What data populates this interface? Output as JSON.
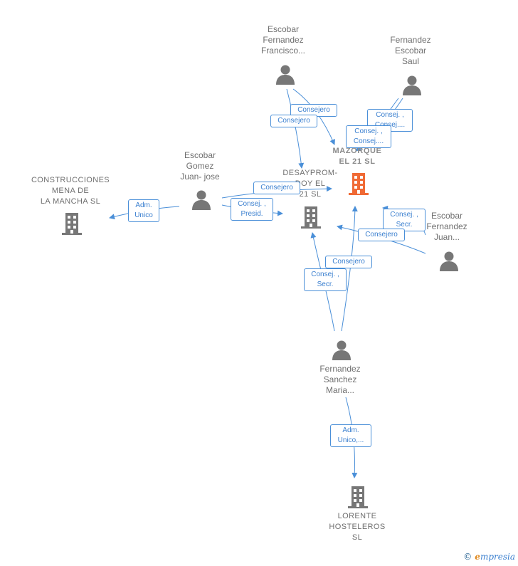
{
  "nodes": {
    "escobar_fernandez_francisco": "Escobar\nFernandez\nFrancisco...",
    "fernandez_escobar_saul": "Fernandez\nEscobar\nSaul",
    "escobar_gomez_juan_jose": "Escobar\nGomez\nJuan- jose",
    "construcciones_mena": "CONSTRUCCIONES\nMENA DE\nLA MANCHA SL",
    "mazorque": "MAZORQUE\nEL 21  SL",
    "desayprom": "DESAYPROM-\nDOY EL\n21  SL",
    "escobar_fernandez_juan": "Escobar\nFernandez\nJuan...",
    "fernandez_sanchez_maria": "Fernandez\nSanchez\nMaria...",
    "lorente_hosteleros": "LORENTE\nHOSTELEROS\nSL"
  },
  "edges": {
    "e1": "Consejero",
    "e2": "Consejero",
    "e3": "Consej. ,\nConsej....",
    "e4": "Consej. ,\nConsej....",
    "e5": "Consejero",
    "e6": "Consej. ,\nPresid.",
    "e7": "Adm.\nUnico",
    "e8": "Consej. ,\nSecr.",
    "e9": "Consejero",
    "e10": "Consejero",
    "e11": "Consej. ,\nSecr.",
    "e12": "Adm.\nUnico,..."
  },
  "brand": {
    "copyright": "©",
    "first": "e",
    "rest": "mpresia"
  },
  "colors": {
    "edge": "#4a8fd8",
    "person": "#777777",
    "company": "#777777",
    "focus_company": "#f06a35"
  }
}
